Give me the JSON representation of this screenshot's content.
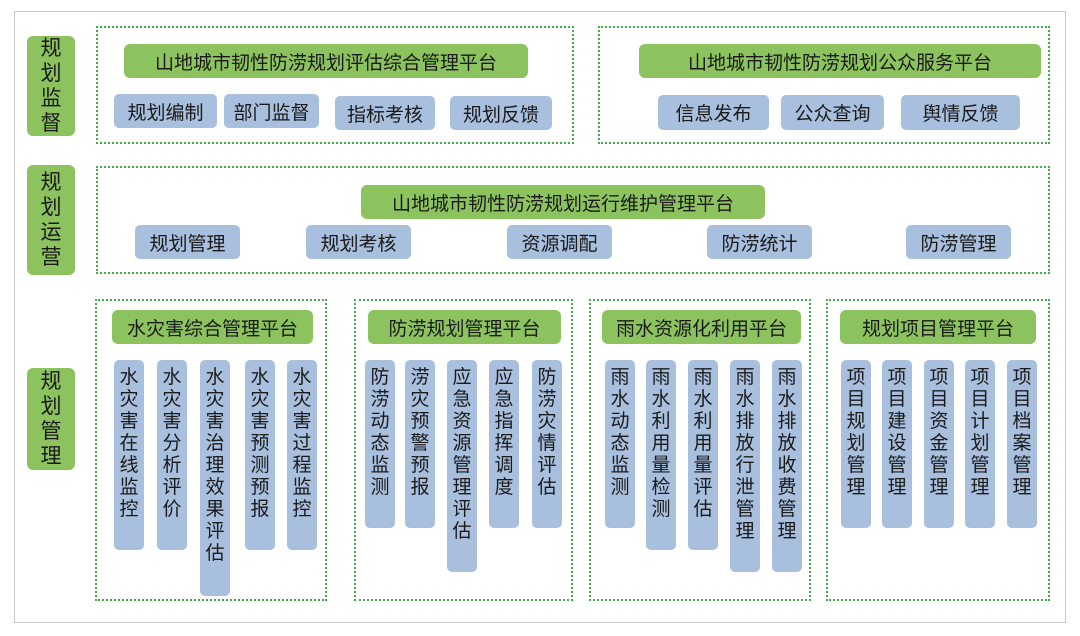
{
  "side_labels": [
    "规划监督",
    "规划运营",
    "规划管理"
  ],
  "supervision": {
    "left_title": "山地城市韧性防涝规划评估综合管理平台",
    "left_items": [
      "规划编制",
      "部门监督",
      "指标考核",
      "规划反馈"
    ],
    "right_title": "山地城市韧性防涝规划公众服务平台",
    "right_items": [
      "信息发布",
      "公众查询",
      "舆情反馈"
    ]
  },
  "operation": {
    "title": "山地城市韧性防涝规划运行维护管理平台",
    "items": [
      "规划管理",
      "规划考核",
      "资源调配",
      "防涝统计",
      "防涝管理"
    ]
  },
  "management": [
    {
      "title": "水灾害综合管理平台",
      "items": [
        "水灾害在线监控",
        "水灾害分析评价",
        "水灾害治理效果评估",
        "水灾害预测预报",
        "水灾害过程监控"
      ]
    },
    {
      "title": "防涝规划管理平台",
      "items": [
        "防涝动态监测",
        "涝灾预警预报",
        "应急资源管理评估",
        "应急指挥调度",
        "防涝灾情评估"
      ]
    },
    {
      "title": "雨水资源化利用平台",
      "items": [
        "雨水动态监测",
        "雨水利用量检测",
        "雨水利用量评估",
        "雨水排放行泄管理",
        "雨水排放收费管理"
      ]
    },
    {
      "title": "规划项目管理平台",
      "items": [
        "项目规划管理",
        "项目建设管理",
        "项目资金管理",
        "项目计划管理",
        "项目档案管理"
      ]
    }
  ]
}
